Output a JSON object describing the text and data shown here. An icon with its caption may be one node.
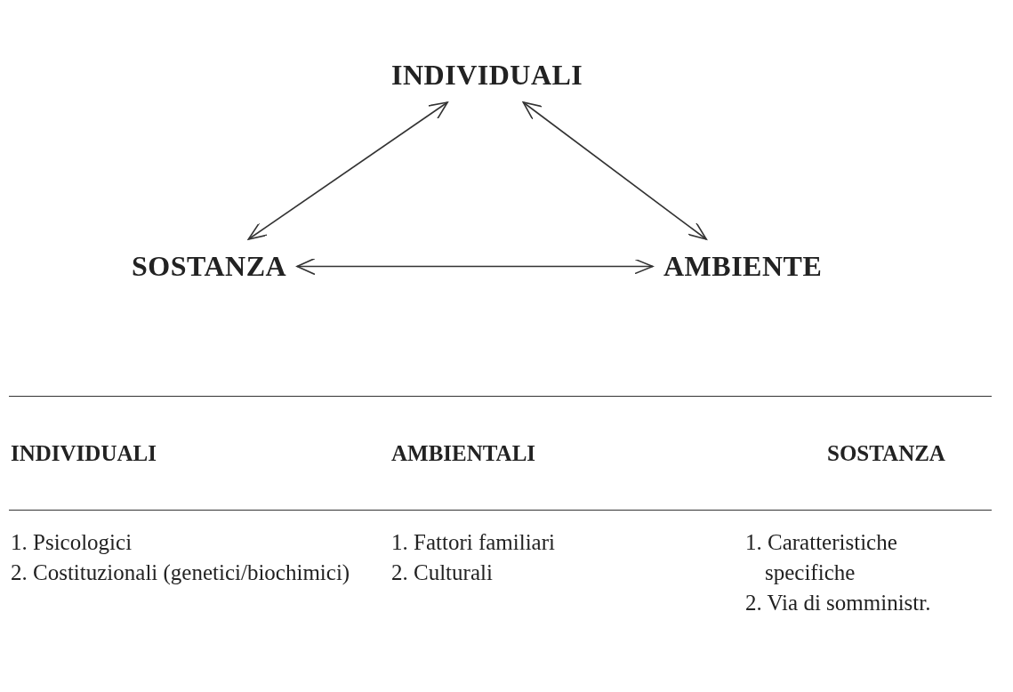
{
  "diagram": {
    "nodes": [
      {
        "text": [
          "INDIVIDUALI"
        ]
      },
      {
        "text": [
          "SOSTANZA"
        ]
      },
      {
        "text": [
          "AMBIENTE"
        ]
      }
    ],
    "edges": [
      {
        "from": 0,
        "to": 1,
        "arrow": "both"
      },
      {
        "from": 0,
        "to": 2,
        "arrow": "both"
      },
      {
        "from": 1,
        "to": 2,
        "arrow": "both"
      }
    ],
    "labels": [
      "INDIVIDUALI",
      "AMBIENTALI",
      "SOSTANZA",
      "1. Psicologici",
      "1. Fattori familiari",
      "1. Caratteristiche specifiche",
      "2. Costituzionali (genetici/biochimici)",
      "2. Culturali",
      "2. Via di somministr."
    ]
  }
}
